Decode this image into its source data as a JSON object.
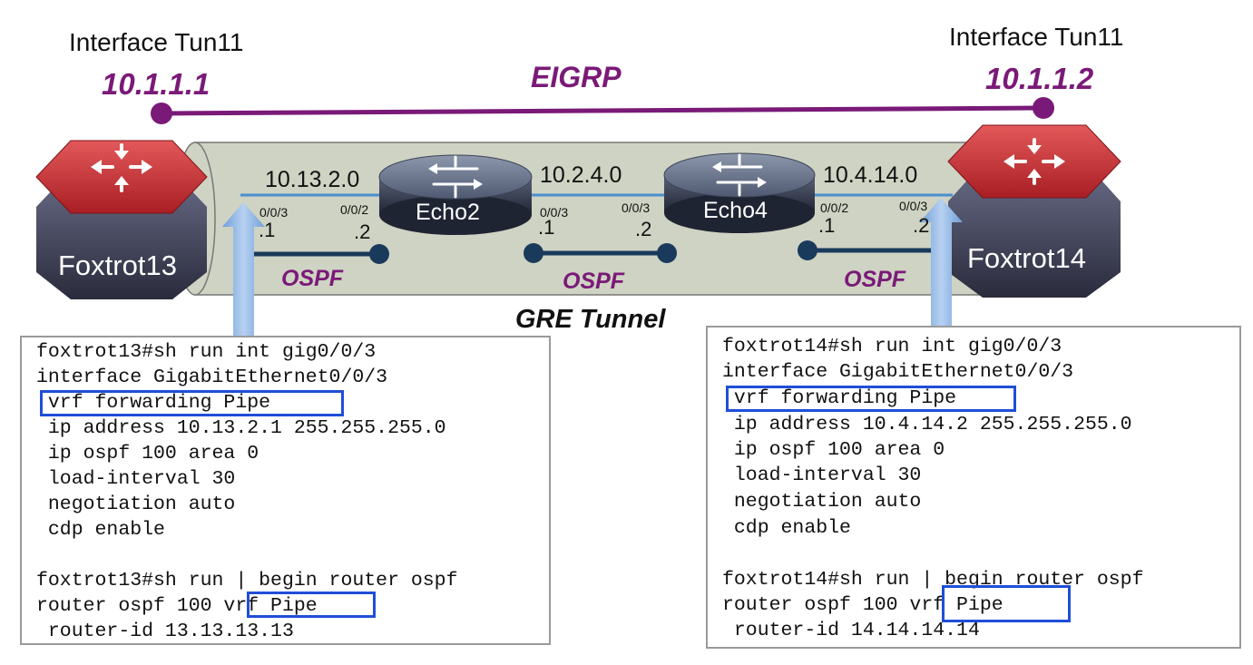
{
  "left_tunnel": {
    "label": "Interface Tun11",
    "ip": "10.1.1.1"
  },
  "right_tunnel": {
    "label": "Interface Tun11",
    "ip": "10.1.1.2"
  },
  "eigrp_label": "EIGRP",
  "gre_label": "GRE Tunnel",
  "routers": {
    "foxtrot13": "Foxtrot13",
    "foxtrot14": "Foxtrot14",
    "echo2": "Echo2",
    "echo4": "Echo4"
  },
  "subnets": {
    "s1": "10.13.2.0",
    "s2": "10.2.4.0",
    "s3": "10.4.14.0"
  },
  "ports": {
    "p1": "0/0/3",
    "p2": "0/0/2",
    "p3": "0/0/3",
    "p4": "0/0/3",
    "p5": "0/0/2",
    "p6": "0/0/3"
  },
  "hosts": {
    "h1": ".1",
    "h2": ".2",
    "h3": ".1",
    "h4": ".2",
    "h5": ".1",
    "h6": ".2"
  },
  "ospf_label": "OSPF",
  "colors": {
    "eigrp": "#7a1a78",
    "ospf_line": "#1a3a5c",
    "tunnel_bg": "#cfd3c3",
    "highlight": "#1f4fd8",
    "arrow": "#8eb4e0"
  },
  "cli_left": {
    "lines": [
      "foxtrot13#sh run int gig0/0/3",
      "interface GigabitEthernet0/0/3",
      " vrf forwarding Pipe",
      " ip address 10.13.2.1 255.255.255.0",
      " ip ospf 100 area 0",
      " load-interval 30",
      " negotiation auto",
      " cdp enable",
      "",
      "foxtrot13#sh run | begin router ospf",
      "router ospf 100 vrf Pipe",
      " router-id 13.13.13.13"
    ]
  },
  "cli_right": {
    "lines": [
      "foxtrot14#sh run int gig0/0/3",
      "interface GigabitEthernet0/0/3",
      " vrf forwarding Pipe",
      " ip address 10.4.14.2 255.255.255.0",
      " ip ospf 100 area 0",
      " load-interval 30",
      " negotiation auto",
      " cdp enable",
      "",
      "foxtrot14#sh run | begin router ospf",
      "router ospf 100 vrf Pipe",
      " router-id 14.14.14.14"
    ]
  }
}
